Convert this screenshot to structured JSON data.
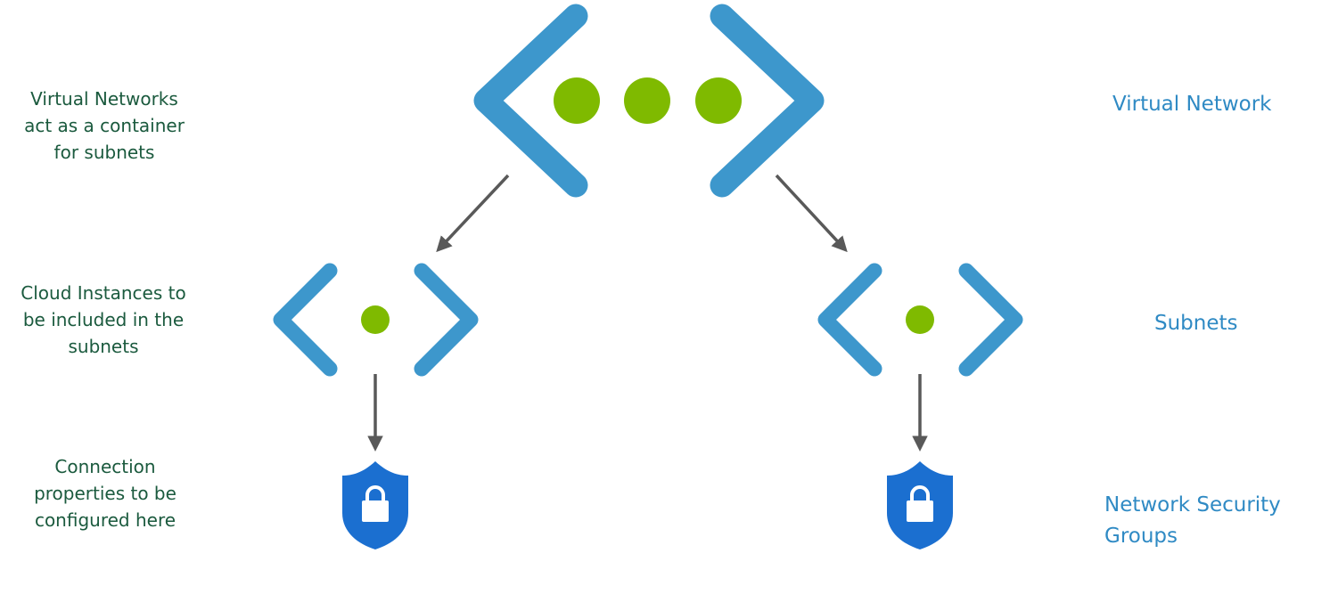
{
  "descriptions": {
    "virtual_networks": "Virtual Networks\nact as a container\nfor subnets",
    "cloud_instances": "Cloud Instances to\nbe included in the\nsubnets",
    "connection_properties": "Connection\nproperties to be\nconfigured here"
  },
  "layers": {
    "virtual_network": "Virtual Network",
    "subnets": "Subnets",
    "network_security_groups": "Network Security\nGroups"
  },
  "colors": {
    "bracket_blue": "#3d97cc",
    "dot_green": "#7fba00",
    "arrow_gray": "#595959",
    "divider_blue": "#2d8fd6",
    "shield_blue": "#1b6fd0",
    "description_text": "#1b5a3e",
    "layer_label_text": "#2f8ac4"
  },
  "icons": {
    "virtual_network": "virtual-network-icon",
    "subnet": "subnet-icon",
    "network_security_group": "network-security-group-shield-icon"
  }
}
